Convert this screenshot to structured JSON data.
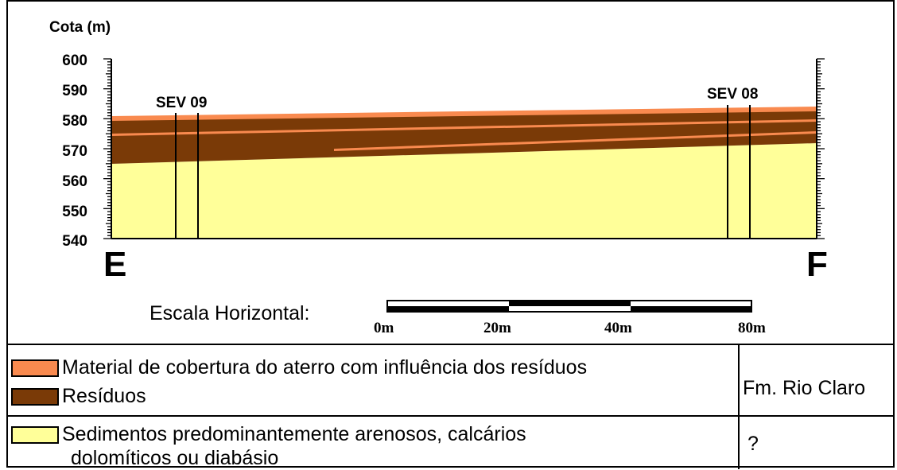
{
  "diagram": {
    "y_axis_label": "Cota (m)",
    "y_ticks": [
      "600",
      "590",
      "580",
      "570",
      "560",
      "550",
      "540"
    ],
    "left_label": "E",
    "right_label": "F",
    "soundings": [
      {
        "label": "SEV 09"
      },
      {
        "label": "SEV 08"
      }
    ],
    "scale": {
      "label": "Escala Horizontal:",
      "ticks": [
        "0m",
        "20m",
        "40m",
        "80m"
      ]
    },
    "colors": {
      "cover": "#f98a4f",
      "waste": "#7a3a07",
      "sediment": "#ffff99"
    }
  },
  "legend": {
    "cover_label": "Material de cobertura do aterro com influência dos resíduos",
    "waste_label": "Resíduos",
    "sediment_label_line1": "Sedimentos predominantemente arenosos, calcários",
    "sediment_label_line2": "dolomíticos ou diabásio",
    "formation_label": "Fm. Rio Claro",
    "unknown_label": "?"
  }
}
